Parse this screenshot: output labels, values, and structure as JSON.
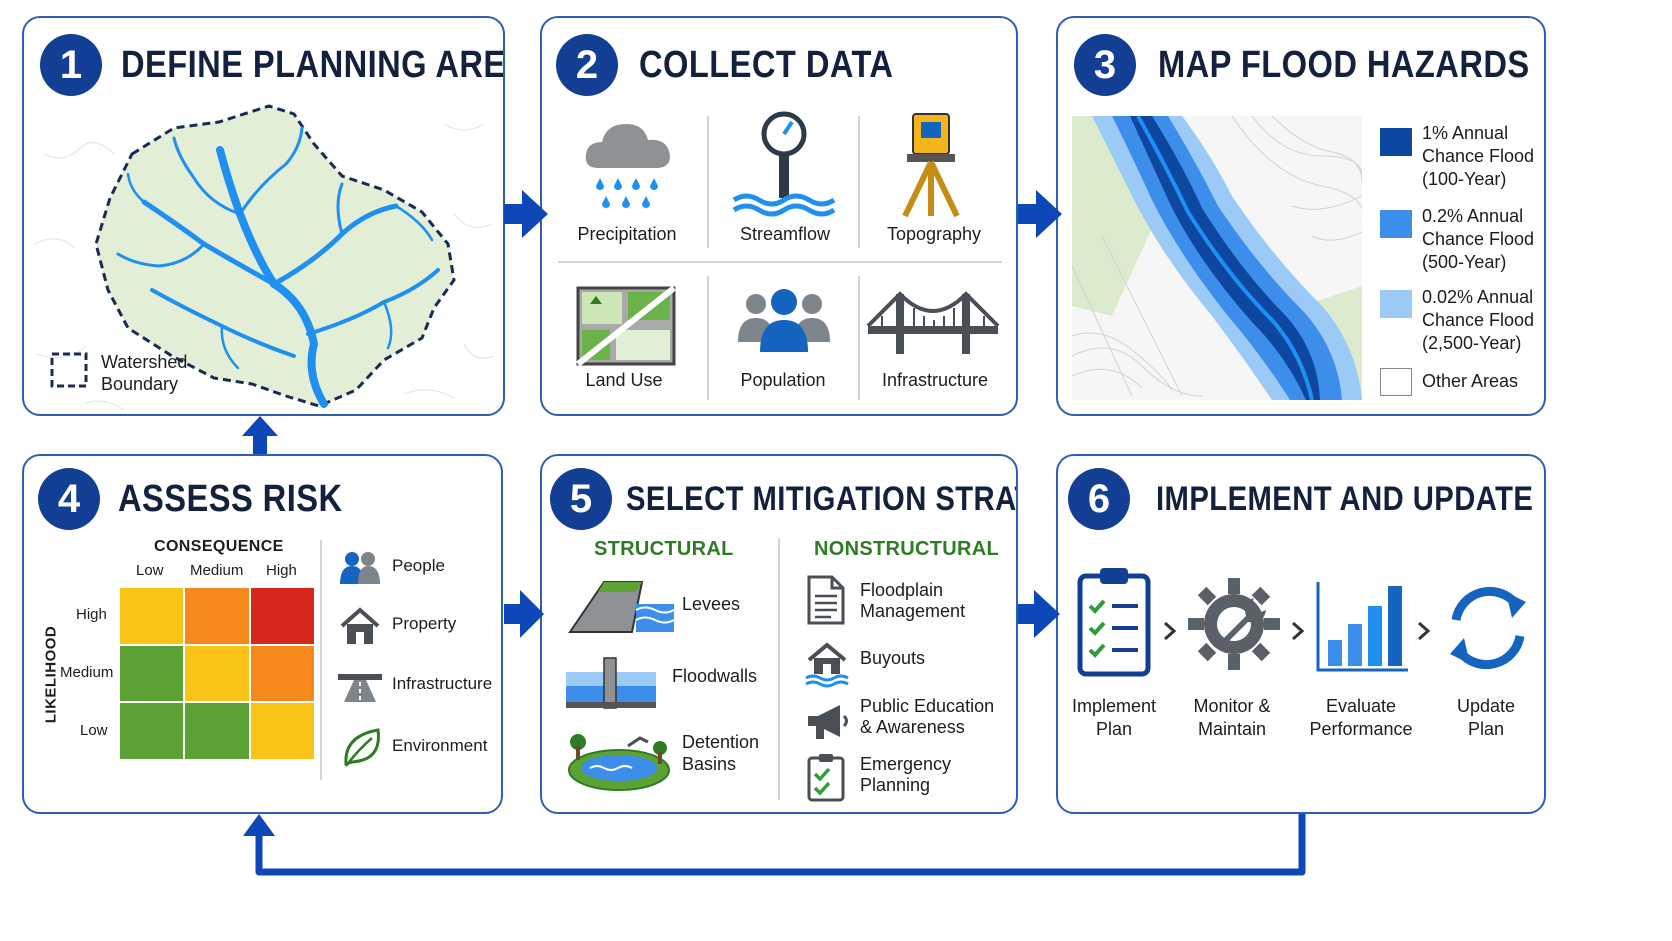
{
  "steps": [
    {
      "num": "1",
      "title": "DEFINE PLANNING AREA"
    },
    {
      "num": "2",
      "title": "COLLECT DATA"
    },
    {
      "num": "3",
      "title": "MAP FLOOD HAZARDS"
    },
    {
      "num": "4",
      "title": "ASSESS RISK"
    },
    {
      "num": "5",
      "title": "SELECT MITIGATION STRATEGIES"
    },
    {
      "num": "6",
      "title": "IMPLEMENT AND UPDATE"
    }
  ],
  "planning": {
    "legend_line1": "Watershed",
    "legend_line2": "Boundary"
  },
  "collect": {
    "items": [
      "Precipitation",
      "Streamflow",
      "Topography",
      "Land Use",
      "Population",
      "Infrastructure"
    ]
  },
  "hazards": {
    "legend": [
      {
        "lines": [
          "1% Annual",
          "Chance Flood",
          "(100-Year)"
        ],
        "color": "#0d47a1"
      },
      {
        "lines": [
          "0.2% Annual",
          "Chance Flood",
          "(500-Year)"
        ],
        "color": "#3d8eea"
      },
      {
        "lines": [
          "0.02% Annual",
          "Chance Flood",
          "(2,500-Year)"
        ],
        "color": "#9ccaf7"
      },
      {
        "lines": [
          "Other Areas"
        ],
        "color": "#ffffff"
      }
    ]
  },
  "risk": {
    "consequence_label": "CONSEQUENCE",
    "likelihood_label": "LIKELIHOOD",
    "cols": [
      "Low",
      "Medium",
      "High"
    ],
    "rows": [
      "High",
      "Medium",
      "Low"
    ],
    "matrix_colors": [
      [
        "#f9c417",
        "#f7891c",
        "#d7261b"
      ],
      [
        "#5da234",
        "#f9c417",
        "#f7891c"
      ],
      [
        "#5da234",
        "#5da234",
        "#f9c417"
      ]
    ],
    "receptors": [
      "People",
      "Property",
      "Infrastructure",
      "Environment"
    ]
  },
  "mitigation": {
    "structural_label": "STRUCTURAL",
    "nonstructural_label": "NONSTRUCTURAL",
    "structural": [
      {
        "lines": [
          "Levees"
        ]
      },
      {
        "lines": [
          "Floodwalls"
        ]
      },
      {
        "lines": [
          "Detention",
          "Basins"
        ]
      }
    ],
    "nonstructural": [
      {
        "lines": [
          "Floodplain",
          "Management"
        ]
      },
      {
        "lines": [
          "Buyouts"
        ]
      },
      {
        "lines": [
          "Public Education",
          "& Awareness"
        ]
      },
      {
        "lines": [
          "Emergency",
          "Planning"
        ]
      }
    ]
  },
  "implement": {
    "items": [
      {
        "lines": [
          "Implement",
          "Plan"
        ]
      },
      {
        "lines": [
          "Monitor &",
          "Maintain"
        ]
      },
      {
        "lines": [
          "Evaluate",
          "Performance"
        ]
      },
      {
        "lines": [
          "Update",
          "Plan"
        ]
      }
    ]
  },
  "colors": {
    "accent": "#123f94",
    "border": "#2f5fb3",
    "arrow": "#0d47b8",
    "water": "#1f8ff0",
    "basin": "#e2efd6"
  }
}
